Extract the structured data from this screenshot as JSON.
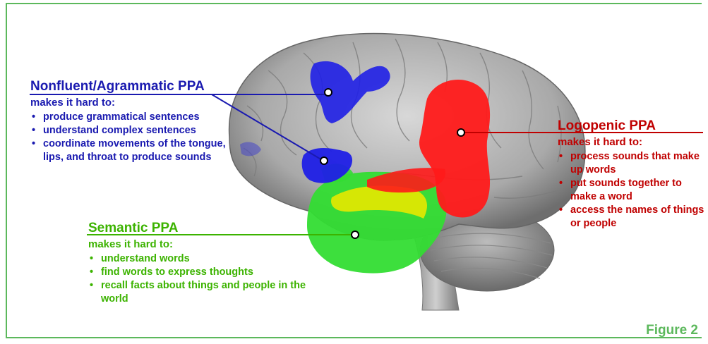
{
  "nonfluent": {
    "title": "Nonfluent/Agrammatic PPA",
    "subtitle": "makes it hard to:",
    "items": [
      "produce grammatical sentences",
      "understand complex sentences",
      "coordinate movements of the tongue, lips, and throat to produce sounds"
    ],
    "color": "#1a1ab0"
  },
  "logopenic": {
    "title": "Logopenic PPA",
    "subtitle": "makes it hard to:",
    "items": [
      "process sounds that make up words",
      "put sounds together to make a word",
      "access the names of things or people"
    ],
    "color": "#c00000"
  },
  "semantic": {
    "title": "Semantic PPA",
    "subtitle": "makes it hard to:",
    "items": [
      "understand words",
      "find words to express thoughts",
      "recall facts about things and people in the world"
    ],
    "color": "#3cb300"
  },
  "figure_label": "Figure 2",
  "colors": {
    "frame": "#5cb85c",
    "brain": "#bdbdbd"
  }
}
